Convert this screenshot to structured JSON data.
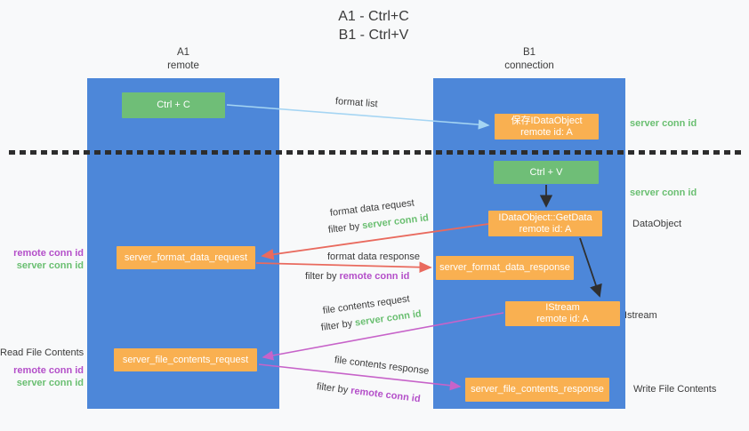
{
  "title": {
    "line1": "A1 - Ctrl+C",
    "line2": "B1 - Ctrl+V"
  },
  "lanes": {
    "a1": {
      "name": "A1",
      "subtitle": "remote"
    },
    "b1": {
      "name": "B1",
      "subtitle": "connection"
    }
  },
  "nodes": {
    "ctrl_c": {
      "label": "Ctrl + C"
    },
    "ctrl_v": {
      "label": "Ctrl + V"
    },
    "save_dataobject": {
      "line1": "保存IDataObject",
      "line2": "remote id: A"
    },
    "getdata": {
      "line1": "IDataObject::GetData",
      "line2": "remote id: A"
    },
    "server_format_data_request": {
      "label": "server_format_data_request"
    },
    "server_format_data_response": {
      "label": "server_format_data_response"
    },
    "istream": {
      "line1": "IStream",
      "line2": "remote id: A"
    },
    "server_file_contents_request": {
      "label": "server_file_contents_request"
    },
    "server_file_contents_response": {
      "label": "server_file_contents_response"
    }
  },
  "flow_labels": {
    "format_list": "format list",
    "format_data_request": "format data request",
    "format_data_response": "format data response",
    "file_contents_request": "file contents request",
    "file_contents_response": "file contents response",
    "filter_by": "filter by ",
    "server_conn_id": "server conn id",
    "remote_conn_id": "remote conn id"
  },
  "side_labels": {
    "remote_conn_id": "remote conn id",
    "server_conn_id": "server conn id",
    "read_file_contents": "Read File Contents",
    "dataobject": "DataObject",
    "istream": "Istream",
    "write_file_contents": "Write File Contents"
  },
  "colors": {
    "bg": "#f8f9fa",
    "lane-blue": "#4d87d9",
    "node-green": "#6fbe77",
    "node-orange": "#f9b051",
    "arrow-blue": "#a5d5f3",
    "arrow-red": "#e96a5e",
    "arrow-magenta": "#c763c9",
    "arrow-black": "#2f2f2f",
    "text-dark": "#3b3b3b",
    "text-green": "#6abf71",
    "text-purple": "#b44fc9"
  }
}
